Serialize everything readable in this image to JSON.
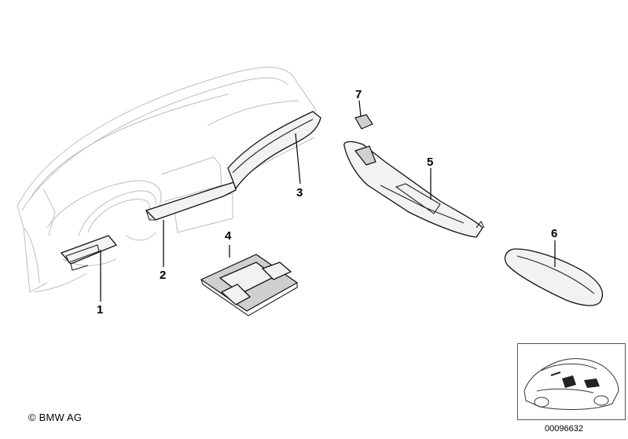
{
  "callouts": [
    {
      "id": "1",
      "label": "1"
    },
    {
      "id": "2",
      "label": "2"
    },
    {
      "id": "3",
      "label": "3"
    },
    {
      "id": "4",
      "label": "4"
    },
    {
      "id": "5",
      "label": "5"
    },
    {
      "id": "6",
      "label": "6"
    },
    {
      "id": "7",
      "label": "7"
    }
  ],
  "footer": {
    "copyright": "© BMW AG",
    "doc_number": "00096632"
  },
  "icons": {
    "thumbnail": "car-location-thumbnail-icon"
  }
}
